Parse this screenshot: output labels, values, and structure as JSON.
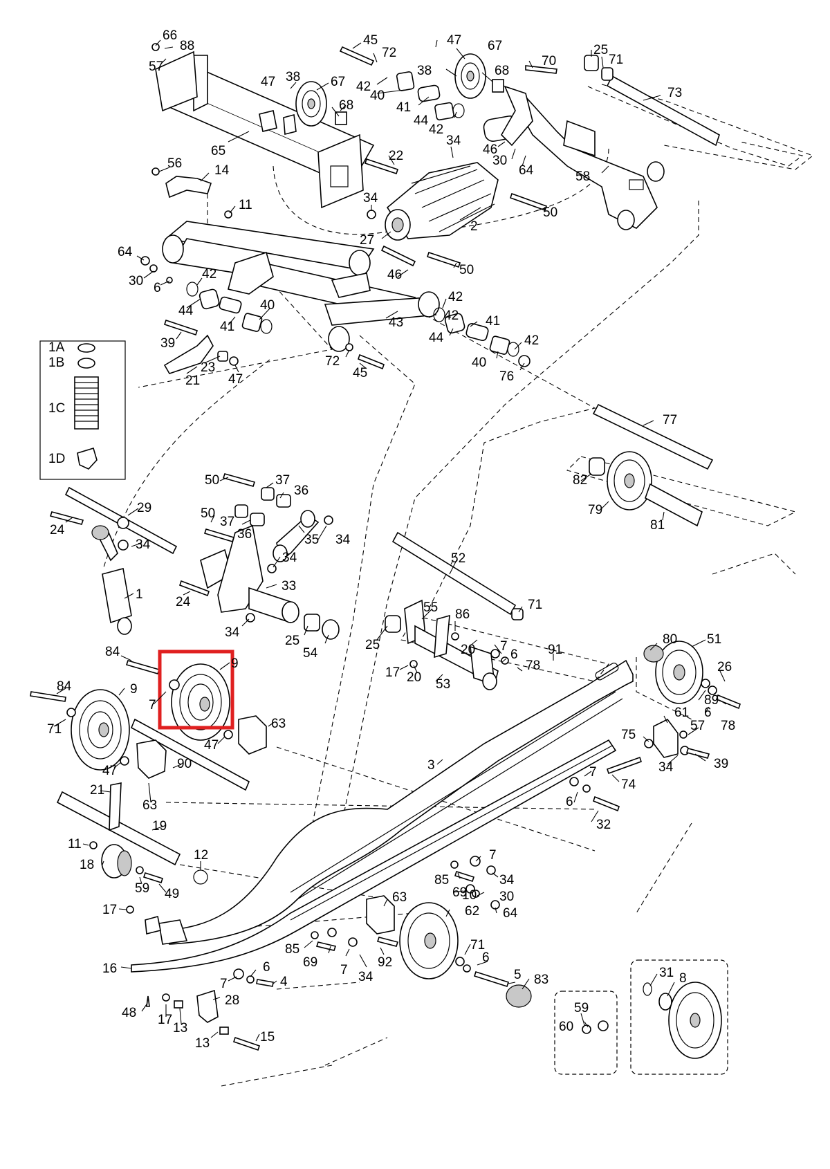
{
  "labels": [
    {
      "id": "66",
      "t": "66"
    },
    {
      "id": "88",
      "t": "88"
    },
    {
      "id": "57a",
      "t": "57"
    },
    {
      "id": "45a",
      "t": "45"
    },
    {
      "id": "72a",
      "t": "72"
    },
    {
      "id": "47a",
      "t": "47"
    },
    {
      "id": "67a",
      "t": "67"
    },
    {
      "id": "38a",
      "t": "38"
    },
    {
      "id": "67b",
      "t": "67"
    },
    {
      "id": "70",
      "t": "70"
    },
    {
      "id": "25a",
      "t": "25"
    },
    {
      "id": "71a",
      "t": "71"
    },
    {
      "id": "47b",
      "t": "47"
    },
    {
      "id": "38b",
      "t": "38"
    },
    {
      "id": "42a",
      "t": "42"
    },
    {
      "id": "68a",
      "t": "68"
    },
    {
      "id": "40a",
      "t": "40"
    },
    {
      "id": "73",
      "t": "73"
    },
    {
      "id": "68b",
      "t": "68"
    },
    {
      "id": "41a",
      "t": "41"
    },
    {
      "id": "44a",
      "t": "44"
    },
    {
      "id": "42b",
      "t": "42"
    },
    {
      "id": "65",
      "t": "65"
    },
    {
      "id": "34a",
      "t": "34"
    },
    {
      "id": "46a",
      "t": "46"
    },
    {
      "id": "30a",
      "t": "30"
    },
    {
      "id": "64a",
      "t": "64"
    },
    {
      "id": "22",
      "t": "22"
    },
    {
      "id": "56",
      "t": "56"
    },
    {
      "id": "14",
      "t": "14"
    },
    {
      "id": "58",
      "t": "58"
    },
    {
      "id": "11a",
      "t": "11"
    },
    {
      "id": "34b",
      "t": "34"
    },
    {
      "id": "50a",
      "t": "50"
    },
    {
      "id": "2",
      "t": "2"
    },
    {
      "id": "27",
      "t": "27"
    },
    {
      "id": "64b",
      "t": "64"
    },
    {
      "id": "50b",
      "t": "50"
    },
    {
      "id": "30b",
      "t": "30"
    },
    {
      "id": "46b",
      "t": "46"
    },
    {
      "id": "6a",
      "t": "6"
    },
    {
      "id": "42c",
      "t": "42"
    },
    {
      "id": "44b",
      "t": "44"
    },
    {
      "id": "40b",
      "t": "40"
    },
    {
      "id": "42d",
      "t": "42"
    },
    {
      "id": "41b",
      "t": "41"
    },
    {
      "id": "43",
      "t": "43"
    },
    {
      "id": "41c",
      "t": "41"
    },
    {
      "id": "42e",
      "t": "42"
    },
    {
      "id": "44c",
      "t": "44"
    },
    {
      "id": "42f",
      "t": "42"
    },
    {
      "id": "39a",
      "t": "39"
    },
    {
      "id": "72b",
      "t": "72"
    },
    {
      "id": "40c",
      "t": "40"
    },
    {
      "id": "23",
      "t": "23"
    },
    {
      "id": "45b",
      "t": "45"
    },
    {
      "id": "76",
      "t": "76"
    },
    {
      "id": "21a",
      "t": "21"
    },
    {
      "id": "47c",
      "t": "47"
    },
    {
      "id": "1A",
      "t": "1A"
    },
    {
      "id": "1B",
      "t": "1B"
    },
    {
      "id": "1C",
      "t": "1C"
    },
    {
      "id": "1D",
      "t": "1D"
    },
    {
      "id": "77",
      "t": "77"
    },
    {
      "id": "82",
      "t": "82"
    },
    {
      "id": "50c",
      "t": "50"
    },
    {
      "id": "37a",
      "t": "37"
    },
    {
      "id": "36a",
      "t": "36"
    },
    {
      "id": "79",
      "t": "79"
    },
    {
      "id": "81",
      "t": "81"
    },
    {
      "id": "29",
      "t": "29"
    },
    {
      "id": "50d",
      "t": "50"
    },
    {
      "id": "37b",
      "t": "37"
    },
    {
      "id": "24a",
      "t": "24"
    },
    {
      "id": "36b",
      "t": "36"
    },
    {
      "id": "35",
      "t": "35"
    },
    {
      "id": "34c",
      "t": "34"
    },
    {
      "id": "34d",
      "t": "34"
    },
    {
      "id": "34e",
      "t": "34"
    },
    {
      "id": "52",
      "t": "52"
    },
    {
      "id": "33",
      "t": "33"
    },
    {
      "id": "1",
      "t": "1"
    },
    {
      "id": "24b",
      "t": "24"
    },
    {
      "id": "71b",
      "t": "71"
    },
    {
      "id": "55",
      "t": "55"
    },
    {
      "id": "86",
      "t": "86"
    },
    {
      "id": "34f",
      "t": "34"
    },
    {
      "id": "25b",
      "t": "25"
    },
    {
      "id": "25c",
      "t": "25"
    },
    {
      "id": "54",
      "t": "54"
    },
    {
      "id": "20a",
      "t": "20"
    },
    {
      "id": "7a",
      "t": "7"
    },
    {
      "id": "91",
      "t": "91"
    },
    {
      "id": "80",
      "t": "80"
    },
    {
      "id": "51",
      "t": "51"
    },
    {
      "id": "84a",
      "t": "84"
    },
    {
      "id": "9a",
      "t": "9"
    },
    {
      "id": "6b",
      "t": "6"
    },
    {
      "id": "78a",
      "t": "78"
    },
    {
      "id": "26",
      "t": "26"
    },
    {
      "id": "17a",
      "t": "17"
    },
    {
      "id": "20b",
      "t": "20"
    },
    {
      "id": "53",
      "t": "53"
    },
    {
      "id": "84b",
      "t": "84"
    },
    {
      "id": "9b",
      "t": "9"
    },
    {
      "id": "89",
      "t": "89"
    },
    {
      "id": "7b",
      "t": "7"
    },
    {
      "id": "61",
      "t": "61"
    },
    {
      "id": "6c",
      "t": "6"
    },
    {
      "id": "78b",
      "t": "78"
    },
    {
      "id": "57b",
      "t": "57"
    },
    {
      "id": "71c",
      "t": "71"
    },
    {
      "id": "63a",
      "t": "63"
    },
    {
      "id": "47d",
      "t": "47"
    },
    {
      "id": "75",
      "t": "75"
    },
    {
      "id": "34g",
      "t": "34"
    },
    {
      "id": "39b",
      "t": "39"
    },
    {
      "id": "47e",
      "t": "47"
    },
    {
      "id": "90",
      "t": "90"
    },
    {
      "id": "3",
      "t": "3"
    },
    {
      "id": "7c",
      "t": "7"
    },
    {
      "id": "74",
      "t": "74"
    },
    {
      "id": "63b",
      "t": "63"
    },
    {
      "id": "21b",
      "t": "21"
    },
    {
      "id": "6d",
      "t": "6"
    },
    {
      "id": "32",
      "t": "32"
    },
    {
      "id": "19",
      "t": "19"
    },
    {
      "id": "11b",
      "t": "11"
    },
    {
      "id": "12",
      "t": "12"
    },
    {
      "id": "18",
      "t": "18"
    },
    {
      "id": "7d",
      "t": "7"
    },
    {
      "id": "59a",
      "t": "59"
    },
    {
      "id": "49",
      "t": "49"
    },
    {
      "id": "85a",
      "t": "85"
    },
    {
      "id": "34h",
      "t": "34"
    },
    {
      "id": "69a",
      "t": "69"
    },
    {
      "id": "10",
      "t": "10"
    },
    {
      "id": "30c",
      "t": "30"
    },
    {
      "id": "17b",
      "t": "17"
    },
    {
      "id": "63c",
      "t": "63"
    },
    {
      "id": "64c",
      "t": "64"
    },
    {
      "id": "62",
      "t": "62"
    },
    {
      "id": "85b",
      "t": "85"
    },
    {
      "id": "71d",
      "t": "71"
    },
    {
      "id": "69b",
      "t": "69"
    },
    {
      "id": "7e",
      "t": "7"
    },
    {
      "id": "34i",
      "t": "34"
    },
    {
      "id": "92",
      "t": "92"
    },
    {
      "id": "6e",
      "t": "6"
    },
    {
      "id": "16",
      "t": "16"
    },
    {
      "id": "6f",
      "t": "6"
    },
    {
      "id": "5",
      "t": "5"
    },
    {
      "id": "83",
      "t": "83"
    },
    {
      "id": "31",
      "t": "31"
    },
    {
      "id": "8",
      "t": "8"
    },
    {
      "id": "7f",
      "t": "7"
    },
    {
      "id": "4",
      "t": "4"
    },
    {
      "id": "28",
      "t": "28"
    },
    {
      "id": "48",
      "t": "48"
    },
    {
      "id": "17c",
      "t": "17"
    },
    {
      "id": "59b",
      "t": "59"
    },
    {
      "id": "13a",
      "t": "13"
    },
    {
      "id": "60",
      "t": "60"
    },
    {
      "id": "13b",
      "t": "13"
    },
    {
      "id": "15",
      "t": "15"
    }
  ],
  "highlight": {
    "target_part": "9",
    "color": "#e02020"
  }
}
